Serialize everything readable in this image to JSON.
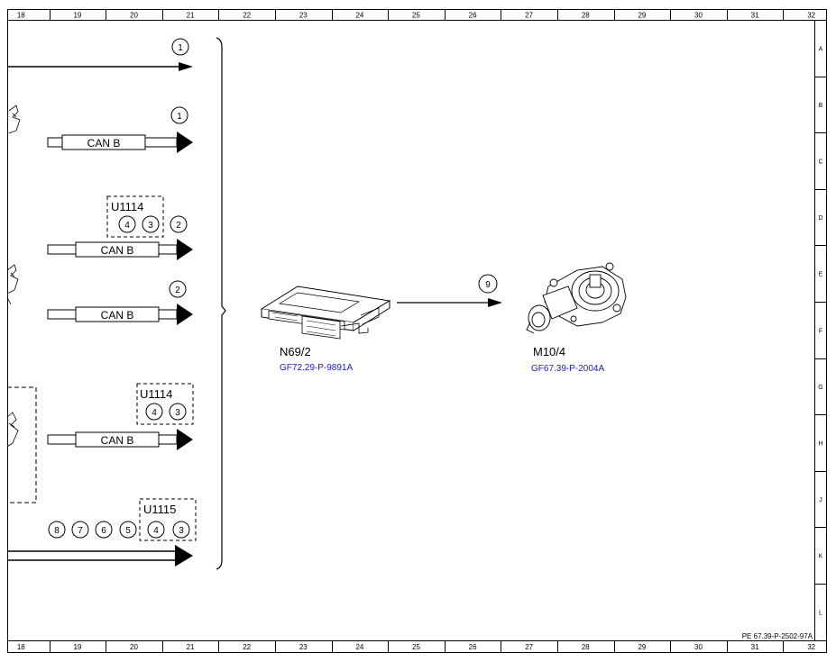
{
  "grid": {
    "columns": [
      "18",
      "19",
      "20",
      "21",
      "22",
      "23",
      "24",
      "25",
      "26",
      "27",
      "28",
      "29",
      "30",
      "31",
      "32"
    ],
    "rows": [
      "A",
      "B",
      "C",
      "D",
      "E",
      "F",
      "G",
      "H",
      "J",
      "K",
      "L"
    ]
  },
  "bus_label": "CAN B",
  "markers": {
    "row1": "1",
    "row2": "1",
    "row3": "2",
    "row4": "2",
    "motor_link": "9",
    "row7": [
      "8",
      "7",
      "6",
      "5",
      "4",
      "3"
    ]
  },
  "fuse_boxes": {
    "box1": {
      "label": "U1114",
      "items": [
        "4",
        "3"
      ]
    },
    "box2": {
      "label": "U1114",
      "items": [
        "4",
        "3"
      ]
    },
    "box3": {
      "label": "U1115"
    }
  },
  "components": {
    "control_unit": {
      "id": "N69/2",
      "ref": "GF72.29-P-9891A"
    },
    "motor": {
      "id": "M10/4",
      "ref": "GF67.39-P-2004A"
    }
  },
  "document_id": "PE 67.39-P-2502-97A"
}
